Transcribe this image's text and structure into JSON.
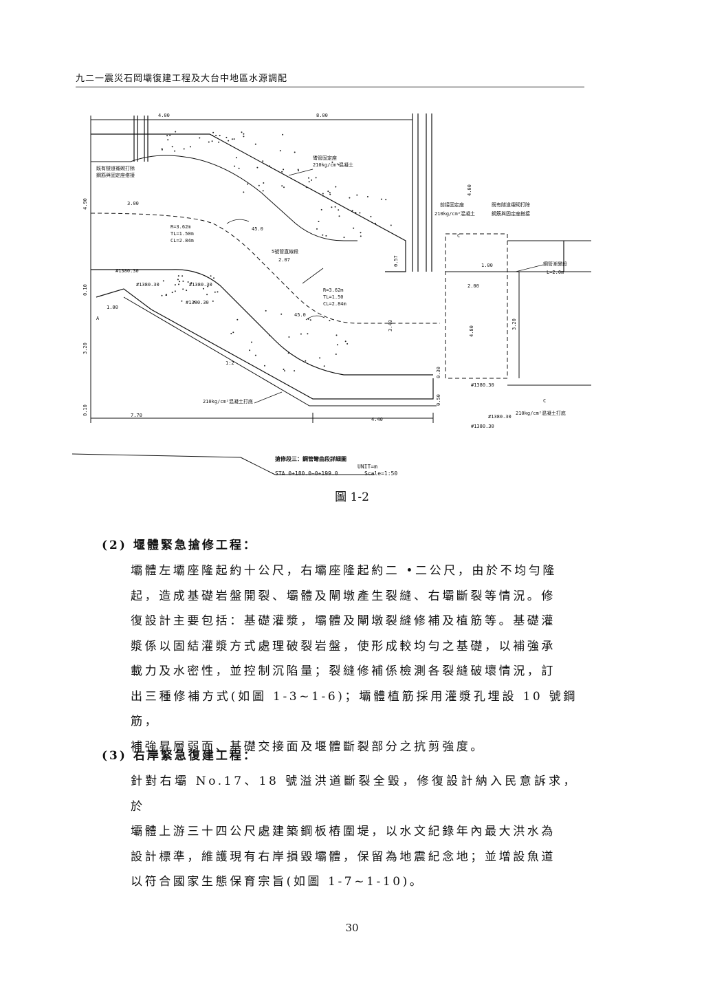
{
  "header": {
    "title": "九二一震災石岡壩復建工程及大台中地區水源調配"
  },
  "drawing": {
    "title": "搶修段三：鋼管彎曲段詳細圖",
    "unit": "UNIT=m",
    "sta": "STA 0+180.0~0+199.0",
    "scale": "Scale=1:50",
    "labels": {
      "dim_400": "4.00",
      "dim_800": "8.00",
      "dim_300": "3.00",
      "dim_770": "7.70",
      "dim_440": "4.40",
      "dim_100a": "1.00",
      "dim_100b": "1.00",
      "dim_200": "2.00",
      "dim_340": "3.40",
      "dim_480": "4.80",
      "dim_320a": "3.20",
      "dim_320b": "3.20",
      "dim_490": "4.90",
      "dim_057": "0.57",
      "dim_010a": "0.10",
      "dim_010b": "0.10",
      "dim_050": "0.50",
      "dim_030": "0.30",
      "dim_400v": "4.00",
      "note_demolish": "既有隧道襯砌打除",
      "note_rebar": "鋼筋與固定座搭接",
      "note_pipe_fix": "彎管固定座",
      "note_concrete_a": "210kg/cm²混凝土",
      "note_tail_fix": "前接固定座",
      "note_concrete_b": "210kg/cm²混凝土",
      "note_demolish2": "既有隧道襯砌打除",
      "note_rebar2": "鋼筋與固定座搭接",
      "note_reducer": "鋼管漸變段",
      "note_len": "L=2.0m",
      "curve1_r": "R=3.62m",
      "curve1_tl": "TL=1.50m",
      "curve1_cl": "CL=2.84m",
      "curve2_r": "R=3.62m",
      "curve2_tl": "TL=1.50",
      "curve2_cl": "CL=2.84m",
      "angle1": "45.0",
      "angle2": "45.0",
      "straight": "5號管直線段",
      "straight_len": "2.07",
      "slope": "1:2",
      "bar_s3": "#1380.30",
      "bar_s1": "#1380.30",
      "bar_s4": "#1380.30",
      "bar_s2": "#1380.30",
      "bar_r1": "#1380.30",
      "bar_r2": "#1380.30",
      "bar_r3": "#1380.30",
      "bottom_conc": "210kg/cm²混凝土打底",
      "bottom_conc2": "210kg/cm²混凝土打底",
      "sec_a": "A",
      "sec_c": "C"
    }
  },
  "figure_caption": "圖 1-2",
  "section2": {
    "title": "(2) 堰體緊急搶修工程：",
    "lines": [
      "壩體左壩座隆起約十公尺，右壩座隆起約二 •二公尺，由於不均勻隆",
      "起，造成基礎岩盤開裂、壩體及閘墩產生裂縫、右壩斷裂等情況。修",
      "復設計主要包括：基礎灌漿，壩體及閘墩裂縫修補及植筋等。基礎灌",
      "漿係以固結灌漿方式處理破裂岩盤，使形成較均勻之基礎，以補強承",
      "載力及水密性，並控制沉陷量；裂縫修補係檢測各裂縫破壞情況，訂",
      "出三種修補方式(如圖 1-3~1-6)；壩體植筋採用灌漿孔埋設 10 號鋼筋，",
      "補強昇層弱面、基礎交接面及堰體斷裂部分之抗剪強度。"
    ]
  },
  "section3": {
    "title": "(3) 右岸緊急復建工程：",
    "lines": [
      "針對右壩 No.17、18 號溢洪道斷裂全毀，修復設計納入民意訴求，於",
      "壩體上游三十四公尺處建築鋼板樁圍堤，以水文紀錄年內最大洪水為",
      "設計標準，維護現有右岸損毀壩體，保留為地震紀念地；並增設魚道",
      "以符合國家生態保育宗旨(如圖 1-7~1-10)。"
    ]
  },
  "page_number": "30"
}
